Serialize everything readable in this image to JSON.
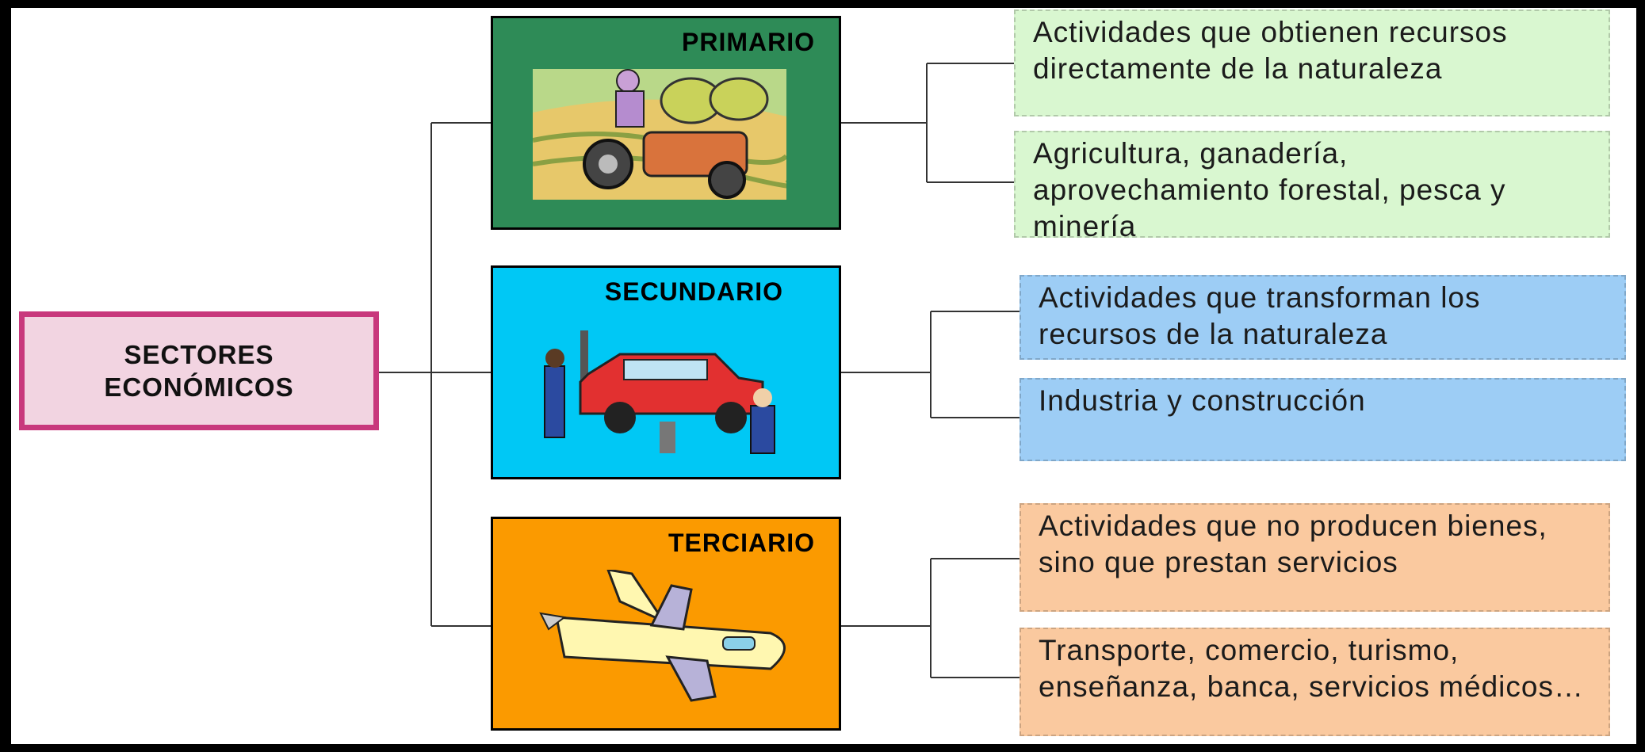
{
  "root": {
    "line1": "SECTORES",
    "line2": "ECONÓMICOS"
  },
  "sectors": [
    {
      "title": "PRIMARIO",
      "color": "#2e8b57",
      "illustration": "farmer-on-tractor",
      "descriptions": [
        "Actividades que obtienen recursos directamente de la naturaleza",
        "Agricultura, ganadería, aprovechamiento forestal, pesca y minería"
      ],
      "desc_color": "#d9f7d0"
    },
    {
      "title": "SECUNDARIO",
      "color": "#00c8f5",
      "illustration": "mechanics-repairing-car",
      "descriptions": [
        "Actividades que transforman los recursos de la naturaleza",
        "Industria y construcción"
      ],
      "desc_color": "#9dcdf5"
    },
    {
      "title": "TERCIARIO",
      "color": "#fb9a00",
      "illustration": "airplane",
      "descriptions": [
        "Actividades que no producen bienes, sino que prestan servicios",
        "Transporte, comercio, turismo, enseñanza, banca, servicios médicos…"
      ],
      "desc_color": "#fac99f"
    }
  ]
}
